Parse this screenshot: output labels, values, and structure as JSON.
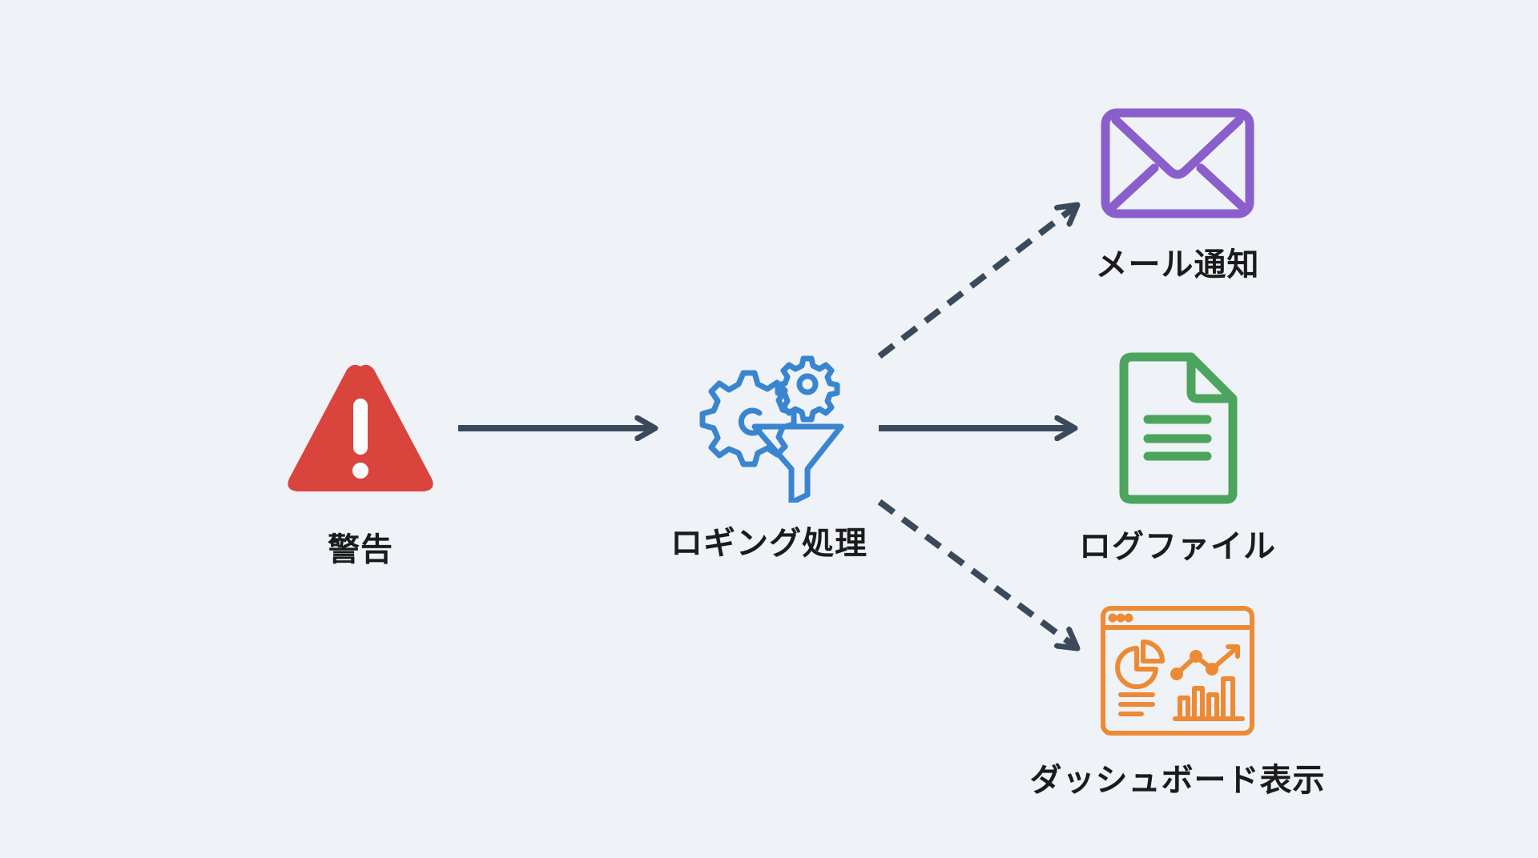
{
  "nodes": {
    "warning": {
      "label": "警告",
      "icon": "warning-icon",
      "color": "#d9443d"
    },
    "logging": {
      "label": "ロギング処理",
      "icon": "gears-funnel-icon",
      "color": "#3a85cf"
    },
    "email": {
      "label": "メール通知",
      "icon": "envelope-icon",
      "color": "#8a5fcc"
    },
    "logfile": {
      "label": "ログファイル",
      "icon": "document-icon",
      "color": "#4ca45e"
    },
    "dashboard": {
      "label": "ダッシュボード表示",
      "icon": "dashboard-icon",
      "color": "#ec8a35"
    }
  },
  "edges": [
    {
      "from": "警告",
      "to": "ロギング処理",
      "style": "solid"
    },
    {
      "from": "ロギング処理",
      "to": "メール通知",
      "style": "dashed"
    },
    {
      "from": "ロギング処理",
      "to": "ログファイル",
      "style": "solid"
    },
    {
      "from": "ロギング処理",
      "to": "ダッシュボード表示",
      "style": "dashed"
    }
  ],
  "colors": {
    "arrow": "#3b4a5a",
    "background": "#eff2f6"
  }
}
